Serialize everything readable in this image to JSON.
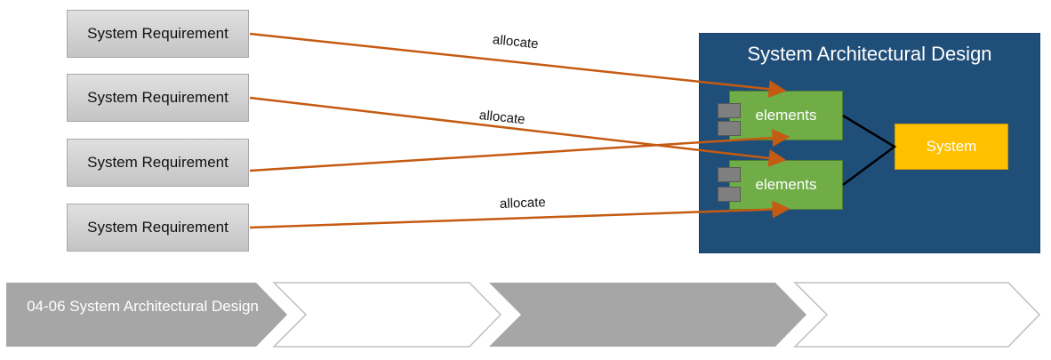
{
  "requirements": [
    "System Requirement",
    "System Requirement",
    "System Requirement",
    "System Requirement"
  ],
  "allocate_labels": [
    "allocate",
    "allocate",
    "allocate"
  ],
  "architecture": {
    "title": "System Architectural Design",
    "elements": [
      "elements",
      "elements"
    ],
    "system": "System"
  },
  "process_steps": [
    "04-06 System Architectural Design",
    "",
    "",
    ""
  ],
  "colors": {
    "arrow": "#c55a11",
    "architecture_bg": "#1f4e79",
    "element": "#70ad47",
    "system": "#ffc000"
  }
}
